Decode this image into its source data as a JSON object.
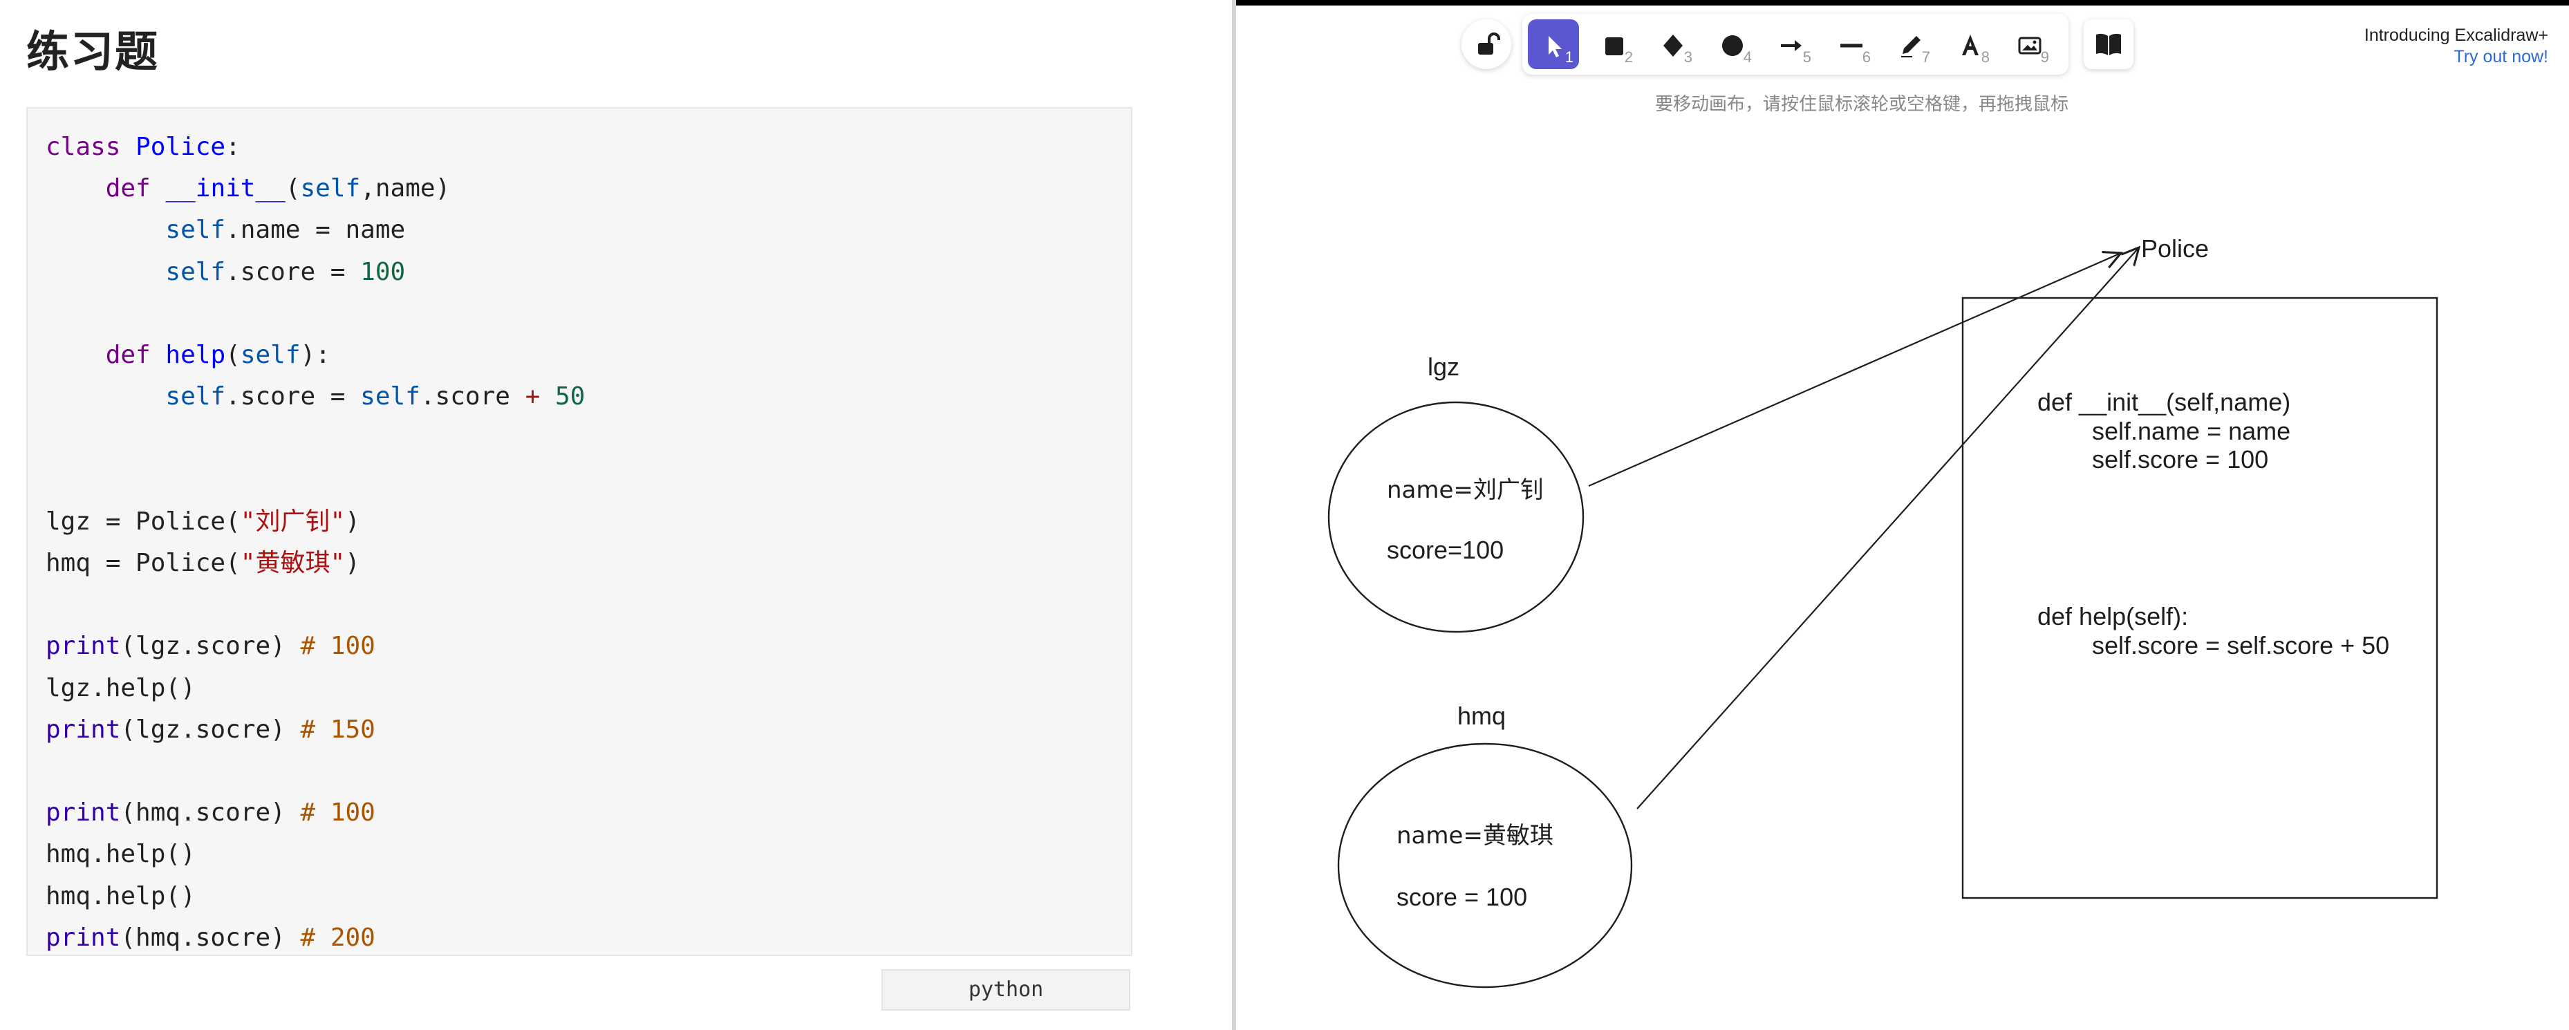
{
  "document": {
    "title": "练习题",
    "language_label": "python",
    "code_lines": [
      "class Police:",
      "    def __init__(self,name)",
      "        self.name = name",
      "        self.score = 100",
      "",
      "    def help(self):",
      "        self.score = self.score + 50",
      "",
      "",
      "lgz = Police(\"刘广钊\")",
      "hmq = Police(\"黄敏琪\")",
      "",
      "print(lgz.score) # 100",
      "lgz.help()",
      "print(lgz.socre) # 150",
      "",
      "print(hmq.score) # 100",
      "hmq.help()",
      "hmq.help()",
      "print(hmq.socre) # 200"
    ]
  },
  "excalidraw": {
    "toolbar": {
      "lock_icon": "unlock-icon",
      "tools": [
        {
          "name": "selection",
          "icon": "pointer-icon",
          "key": "1",
          "active": true
        },
        {
          "name": "rectangle",
          "icon": "square-icon",
          "key": "2",
          "active": false
        },
        {
          "name": "diamond",
          "icon": "diamond-icon",
          "key": "3",
          "active": false
        },
        {
          "name": "ellipse",
          "icon": "circle-icon",
          "key": "4",
          "active": false
        },
        {
          "name": "arrow",
          "icon": "arrow-icon",
          "key": "5",
          "active": false
        },
        {
          "name": "line",
          "icon": "line-icon",
          "key": "6",
          "active": false
        },
        {
          "name": "draw",
          "icon": "pencil-icon",
          "key": "7",
          "active": false
        },
        {
          "name": "text",
          "icon": "text-icon",
          "key": "8",
          "active": false
        },
        {
          "name": "image",
          "icon": "image-icon",
          "key": "9",
          "active": false
        }
      ],
      "library_icon": "book-icon",
      "accent_color": "#5b57d1"
    },
    "hint": "要移动画布，请按住鼠标滚轮或空格键，再拖拽鼠标",
    "promo": {
      "line1": "Introducing Excalidraw+",
      "line2": "Try out now!"
    },
    "canvas": {
      "class_label": "Police",
      "class_box_lines": [
        "def __init__(self,name)",
        "self.name = name",
        "self.score = 100",
        "def help(self):",
        "self.score = self.score + 50"
      ],
      "objects": [
        {
          "label": "lgz",
          "name_line": "name=刘广钊",
          "score_line": "score=100"
        },
        {
          "label": "hmq",
          "name_line": "name=黄敏琪",
          "score_line": "score = 100"
        }
      ]
    }
  }
}
